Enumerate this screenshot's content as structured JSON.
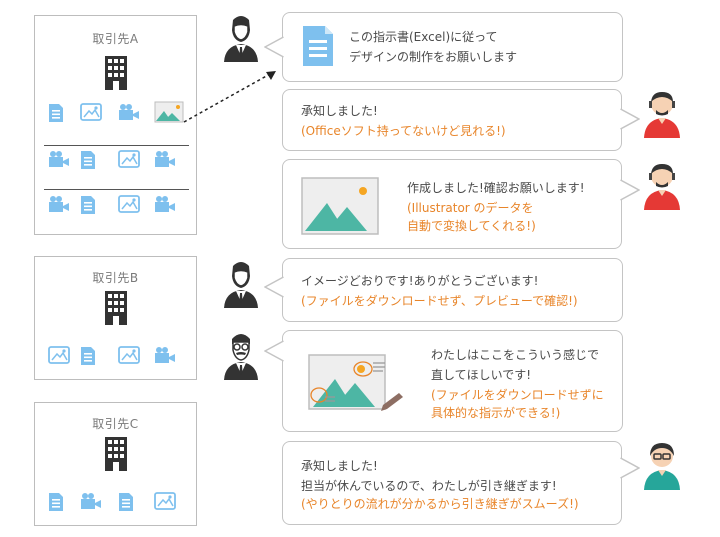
{
  "colors": {
    "icon_blue": "#7ec0ee",
    "accent_orange": "#e8852a",
    "mountain_green": "#4db6a4",
    "border_gray": "#c4c4c4",
    "avatar_red": "#e53935",
    "avatar_green": "#26a69a"
  },
  "clients": [
    {
      "name": "取引先A",
      "icon_rows": [
        [
          "document-icon",
          "image-file-icon",
          "video-camera-icon",
          "picture-icon"
        ],
        [
          "video-camera-icon",
          "document-icon",
          "image-file-icon",
          "video-camera-icon"
        ],
        [
          "video-camera-icon",
          "document-icon",
          "image-file-icon",
          "video-camera-icon"
        ]
      ]
    },
    {
      "name": "取引先B",
      "icon_rows": [
        [
          "image-file-icon",
          "document-icon",
          "image-file-icon",
          "video-camera-icon"
        ]
      ]
    },
    {
      "name": "取引先C",
      "icon_rows": [
        [
          "document-icon",
          "video-camera-icon",
          "document-icon",
          "image-file-icon"
        ]
      ]
    }
  ],
  "messages": [
    {
      "speaker": "client-man-suit-icon",
      "lines": [
        "この指示書(Excel)に従って",
        "デザインの制作をお願いします"
      ],
      "orange_lines": []
    },
    {
      "speaker": "designer-red-headset-icon",
      "lines": [
        "承知しました!"
      ],
      "orange_lines": [
        "(Officeソフト持ってないけど見れる!)"
      ]
    },
    {
      "speaker": "designer-red-headset-icon",
      "lines": [
        "作成しました!確認お願いします!"
      ],
      "orange_lines": [
        "(Illustrator のデータを",
        "自動で変換してくれる!)"
      ]
    },
    {
      "speaker": "client-man-suit-icon",
      "lines": [
        "イメージどおりです!ありがとうございます!"
      ],
      "orange_lines": [
        "(ファイルをダウンロードせず、プレビューで確認!)"
      ]
    },
    {
      "speaker": "client-man-glasses-icon",
      "lines": [
        "わたしはここをこういう感じで",
        "直してほしいです!"
      ],
      "orange_lines": [
        "(ファイルをダウンロードせずに",
        "具体的な指示ができる!)"
      ]
    },
    {
      "speaker": "designer-green-glasses-icon",
      "lines": [
        "承知しました!",
        "担当が休んでいるので、わたしが引き継ぎます!"
      ],
      "orange_lines": [
        "(やりとりの流れが分かるから引き継ぎがスムーズ!)"
      ]
    }
  ]
}
